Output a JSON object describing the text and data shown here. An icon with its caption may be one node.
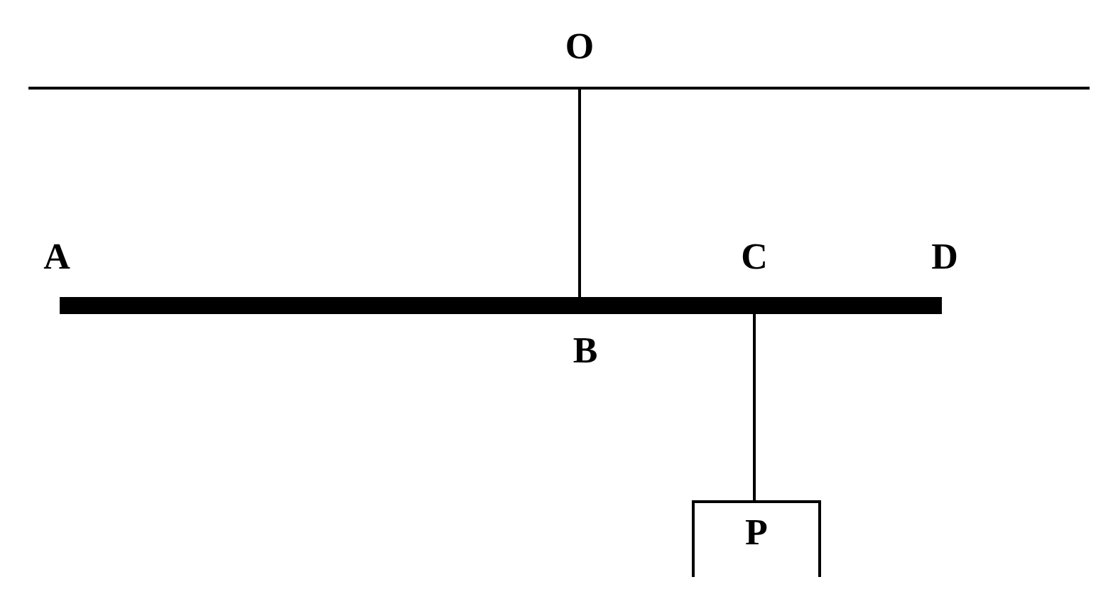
{
  "diagram": {
    "nodes": [
      {
        "text": [],
        "shape": "bar"
      },
      {
        "text": [],
        "shape": "bar"
      },
      {
        "text": [
          "P"
        ]
      }
    ],
    "edges": [
      {
        "from": 0,
        "to": 1,
        "arrow": "none"
      },
      {
        "from": 1,
        "to": 2,
        "arrow": "none"
      }
    ],
    "labels": [
      "O",
      "A",
      "C",
      "D",
      "B"
    ]
  }
}
